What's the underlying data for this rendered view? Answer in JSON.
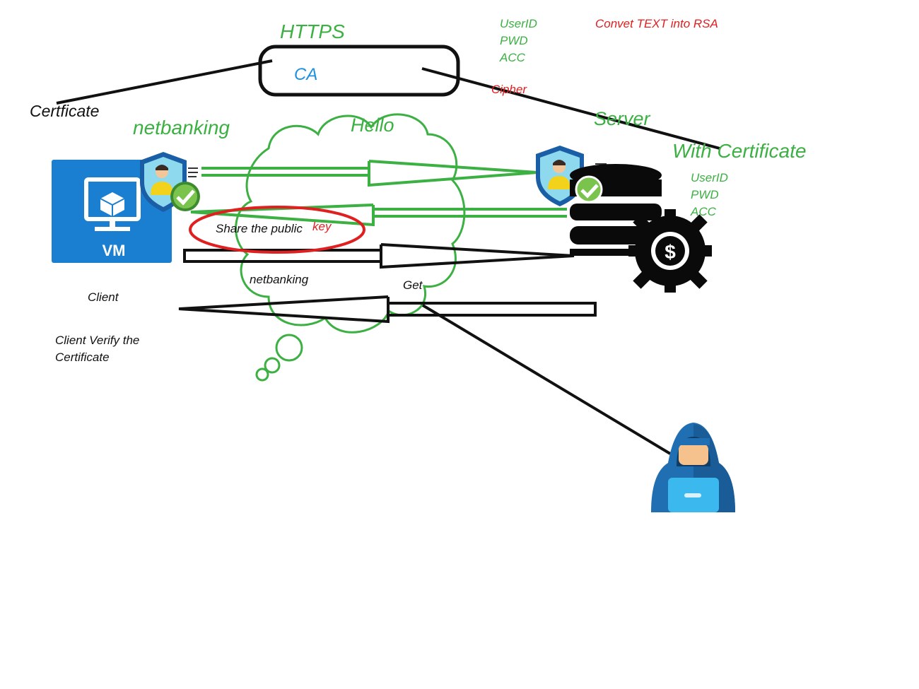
{
  "labels": {
    "https": "HTTPS",
    "ca": "CA",
    "certificate": "Certficate",
    "netbanking_top": "netbanking",
    "hello": "Hello",
    "server": "Server",
    "with_certificate": "With Certificate",
    "convert_text": "Convet TEXT into RSA",
    "cipher": "Cipher",
    "share_public": "Share the public",
    "key": "key",
    "netbanking_cloud": "netbanking",
    "get": "Get",
    "client": "Client",
    "client_verify_line1": "Client Verify the",
    "client_verify_line2": "Certificate",
    "vm": "VM"
  },
  "credentials_top": [
    "UserID",
    "PWD",
    "ACC"
  ],
  "credentials_server": [
    "UserID",
    "PWD",
    "ACC"
  ],
  "colors": {
    "green": "#3cb043",
    "red": "#e02020",
    "blue": "#1e90e0",
    "vm_blue": "#1b7fd1",
    "hacker_blue": "#1f6fb2"
  },
  "icons": {
    "client": "vm-monitor-icon",
    "client_cert": "certificate-shield-icon",
    "server_cert": "certificate-shield-icon",
    "server": "database-gear-dollar-icon",
    "attacker": "hacker-icon"
  }
}
